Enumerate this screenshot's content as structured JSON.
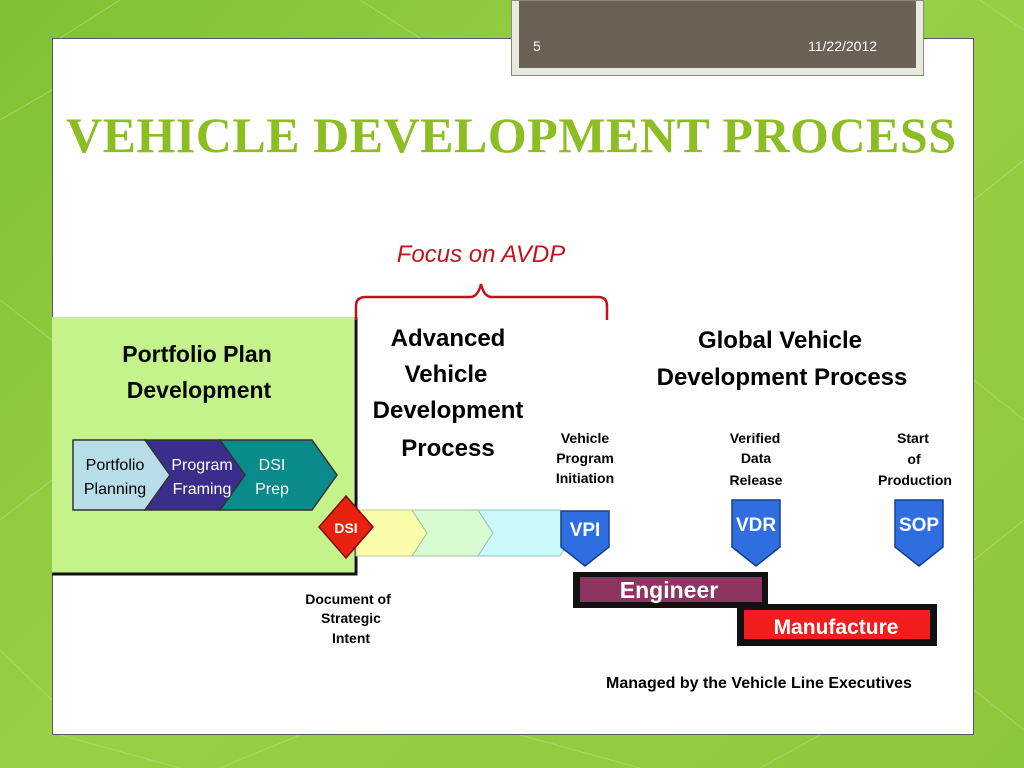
{
  "slide": {
    "number": "5",
    "date": "11/22/2012",
    "title": "VEHICLE DEVELOPMENT PROCESS"
  },
  "diagram": {
    "focus_label": "Focus on AVDP",
    "portfolio_heading": [
      "Portfolio Plan",
      "Development"
    ],
    "chevrons": [
      {
        "lines": [
          "Portfolio",
          "Planning"
        ],
        "color": "#b7dde8",
        "text_color": "#000000"
      },
      {
        "lines": [
          "Program",
          "Framing"
        ],
        "color": "#3a2d8c",
        "text_color": "#ffffff"
      },
      {
        "lines": [
          "DSI",
          "Prep"
        ],
        "color": "#0a8a8a",
        "text_color": "#ffffff"
      }
    ],
    "avdp_heading": [
      "Advanced",
      "Vehicle",
      "Development",
      "Process"
    ],
    "gvdp_heading": [
      "Global Vehicle",
      "Development Process"
    ],
    "dsi_label": "DSI",
    "dsi_caption": [
      "Document of",
      "Strategic",
      "Intent"
    ],
    "milestones": [
      {
        "code": "VPI",
        "caption": [
          "Vehicle",
          "Program",
          "Initiation"
        ]
      },
      {
        "code": "VDR",
        "caption": [
          "Verified",
          "Data",
          "Release"
        ]
      },
      {
        "code": "SOP",
        "caption": [
          "Start",
          "of",
          "Production"
        ]
      }
    ],
    "engineer_label": "Engineer",
    "manufacture_label": "Manufacture",
    "managed_by": "Managed by the Vehicle Line Executives",
    "colors": {
      "title": "#8cbd22",
      "focus": "#c0141c",
      "portfolio_panel": "#c3f38a",
      "milestone": "#2f6ee0",
      "engineer": "#8e3460",
      "manufacture": "#f21d1d",
      "dsi": "#e8220f"
    }
  }
}
